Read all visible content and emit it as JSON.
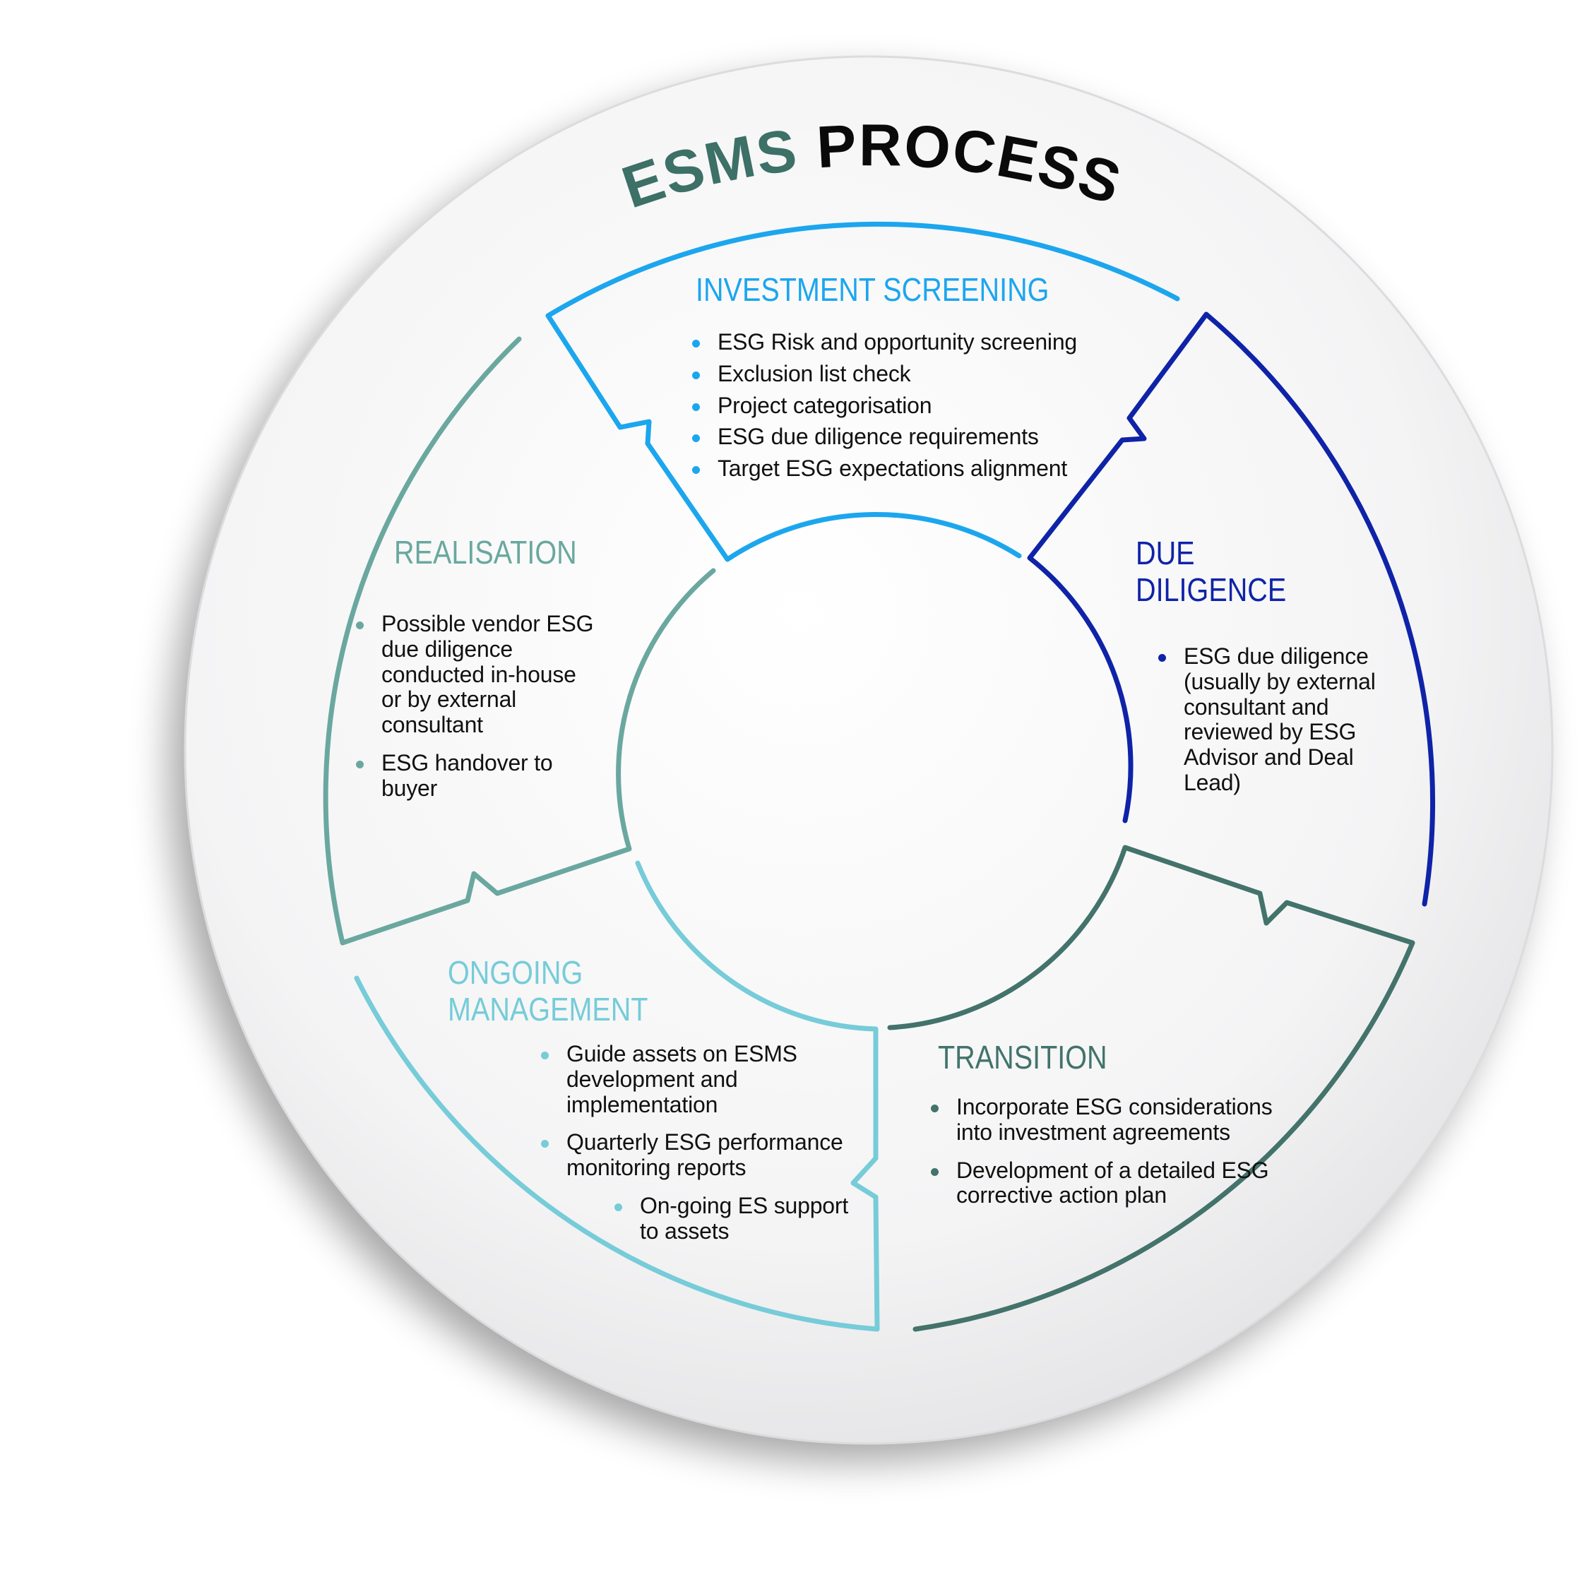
{
  "title": {
    "part1": "ESMS",
    "part2": "PROCESS",
    "color1": "#3d7067",
    "color2": "#0a0a0a"
  },
  "stages": {
    "investment_screening": {
      "title": "INVESTMENT SCREENING",
      "color": "#1ca6ee",
      "bullets": [
        "ESG Risk and opportunity screening",
        "Exclusion list check",
        "Project categorisation",
        "ESG due diligence requirements",
        "Target ESG expectations alignment"
      ]
    },
    "due_diligence": {
      "title_line1": "DUE",
      "title_line2": "DILIGENCE",
      "color": "#0f23a8",
      "bullets": [
        "ESG due diligence (usually by external consultant and reviewed by ESG Advisor and Deal Lead)"
      ]
    },
    "transition": {
      "title": "TRANSITION",
      "color": "#43736b",
      "bullets": [
        "Incorporate ESG considerations into investment agreements",
        "Development of a detailed ESG corrective action plan"
      ]
    },
    "ongoing_management": {
      "title_line1": "ONGOING",
      "title_line2": "MANAGEMENT",
      "color": "#76ccd8",
      "bullets": [
        "Guide assets on ESMS development and implementation",
        "Quarterly ESG performance monitoring reports",
        "On-going ES support to assets"
      ]
    },
    "realisation": {
      "title": "REALISATION",
      "color": "#6aa89f",
      "bullets": [
        "Possible vendor ESG due diligence conducted in-house or by external consultant",
        "ESG handover to buyer"
      ]
    }
  }
}
